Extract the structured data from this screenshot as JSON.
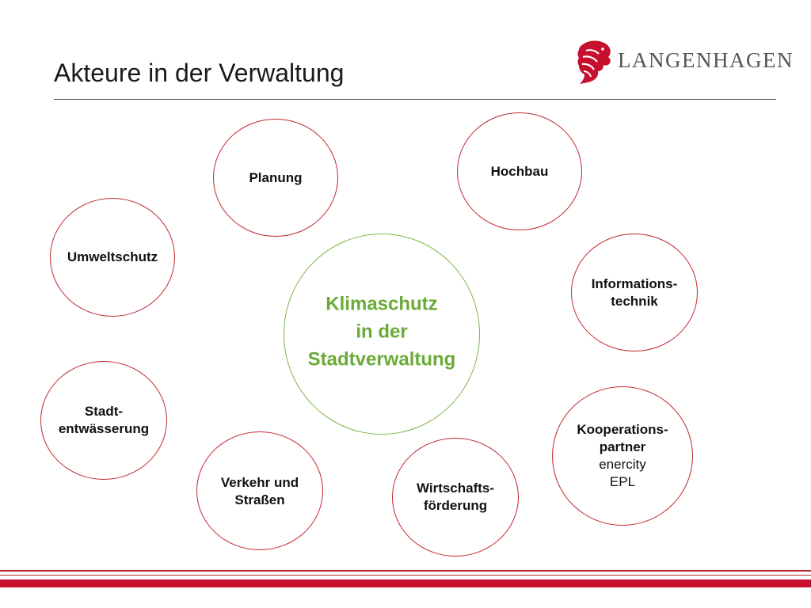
{
  "slide": {
    "title": "Akteure in der Verwaltung",
    "logo_text": "LANGENHAGEN"
  },
  "center": {
    "lines": [
      "Klimaschutz",
      "in der",
      "Stadtverwaltung"
    ]
  },
  "actors": {
    "planung": {
      "line1": "Planung"
    },
    "hochbau": {
      "line1": "Hochbau"
    },
    "umweltschutz": {
      "line1": "Umweltschutz"
    },
    "informationstechnik": {
      "line1": "Informations-",
      "line2": "technik"
    },
    "stadtentwaesserung": {
      "line1": "Stadt-",
      "line2": "entwässerung"
    },
    "verkehr": {
      "line1": "Verkehr und",
      "line2": "Straßen"
    },
    "wirtschaftsfoerderung": {
      "line1": "Wirtschafts-",
      "line2": "förderung"
    },
    "kooperationspartner": {
      "line1": "Kooperations-",
      "line2": "partner",
      "line3": "enercity",
      "line4": "EPL"
    }
  },
  "colors": {
    "actor_border": "#c0272d",
    "center_border": "#7ab648",
    "center_text": "#6aaa36",
    "brand_red": "#c8102e"
  }
}
